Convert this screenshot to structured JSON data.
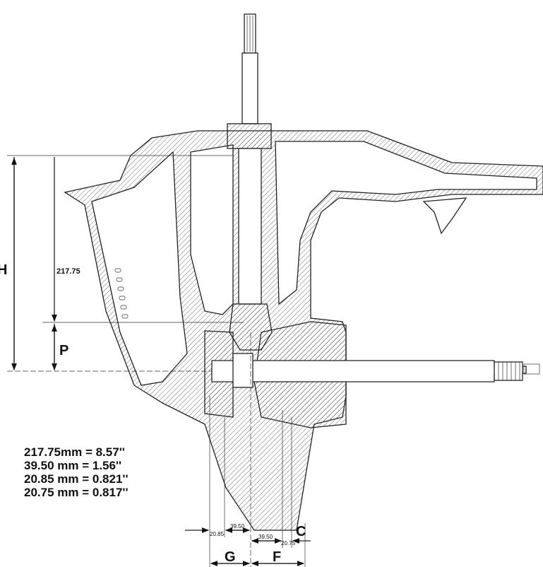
{
  "dimensions": {
    "H": "H",
    "P": "P",
    "G": "G",
    "F": "F",
    "C": "C",
    "height_217": "217.75",
    "g_20_85": "20.85",
    "g_39_50": "39.50",
    "f_39_50": "39.50",
    "f_20_75": "20.75"
  },
  "conversions": [
    "217.75mm = 8.57''",
    "39.50 mm = 1.56''",
    "20.85 mm = 0.821''",
    "20.75 mm = 0.817''"
  ]
}
